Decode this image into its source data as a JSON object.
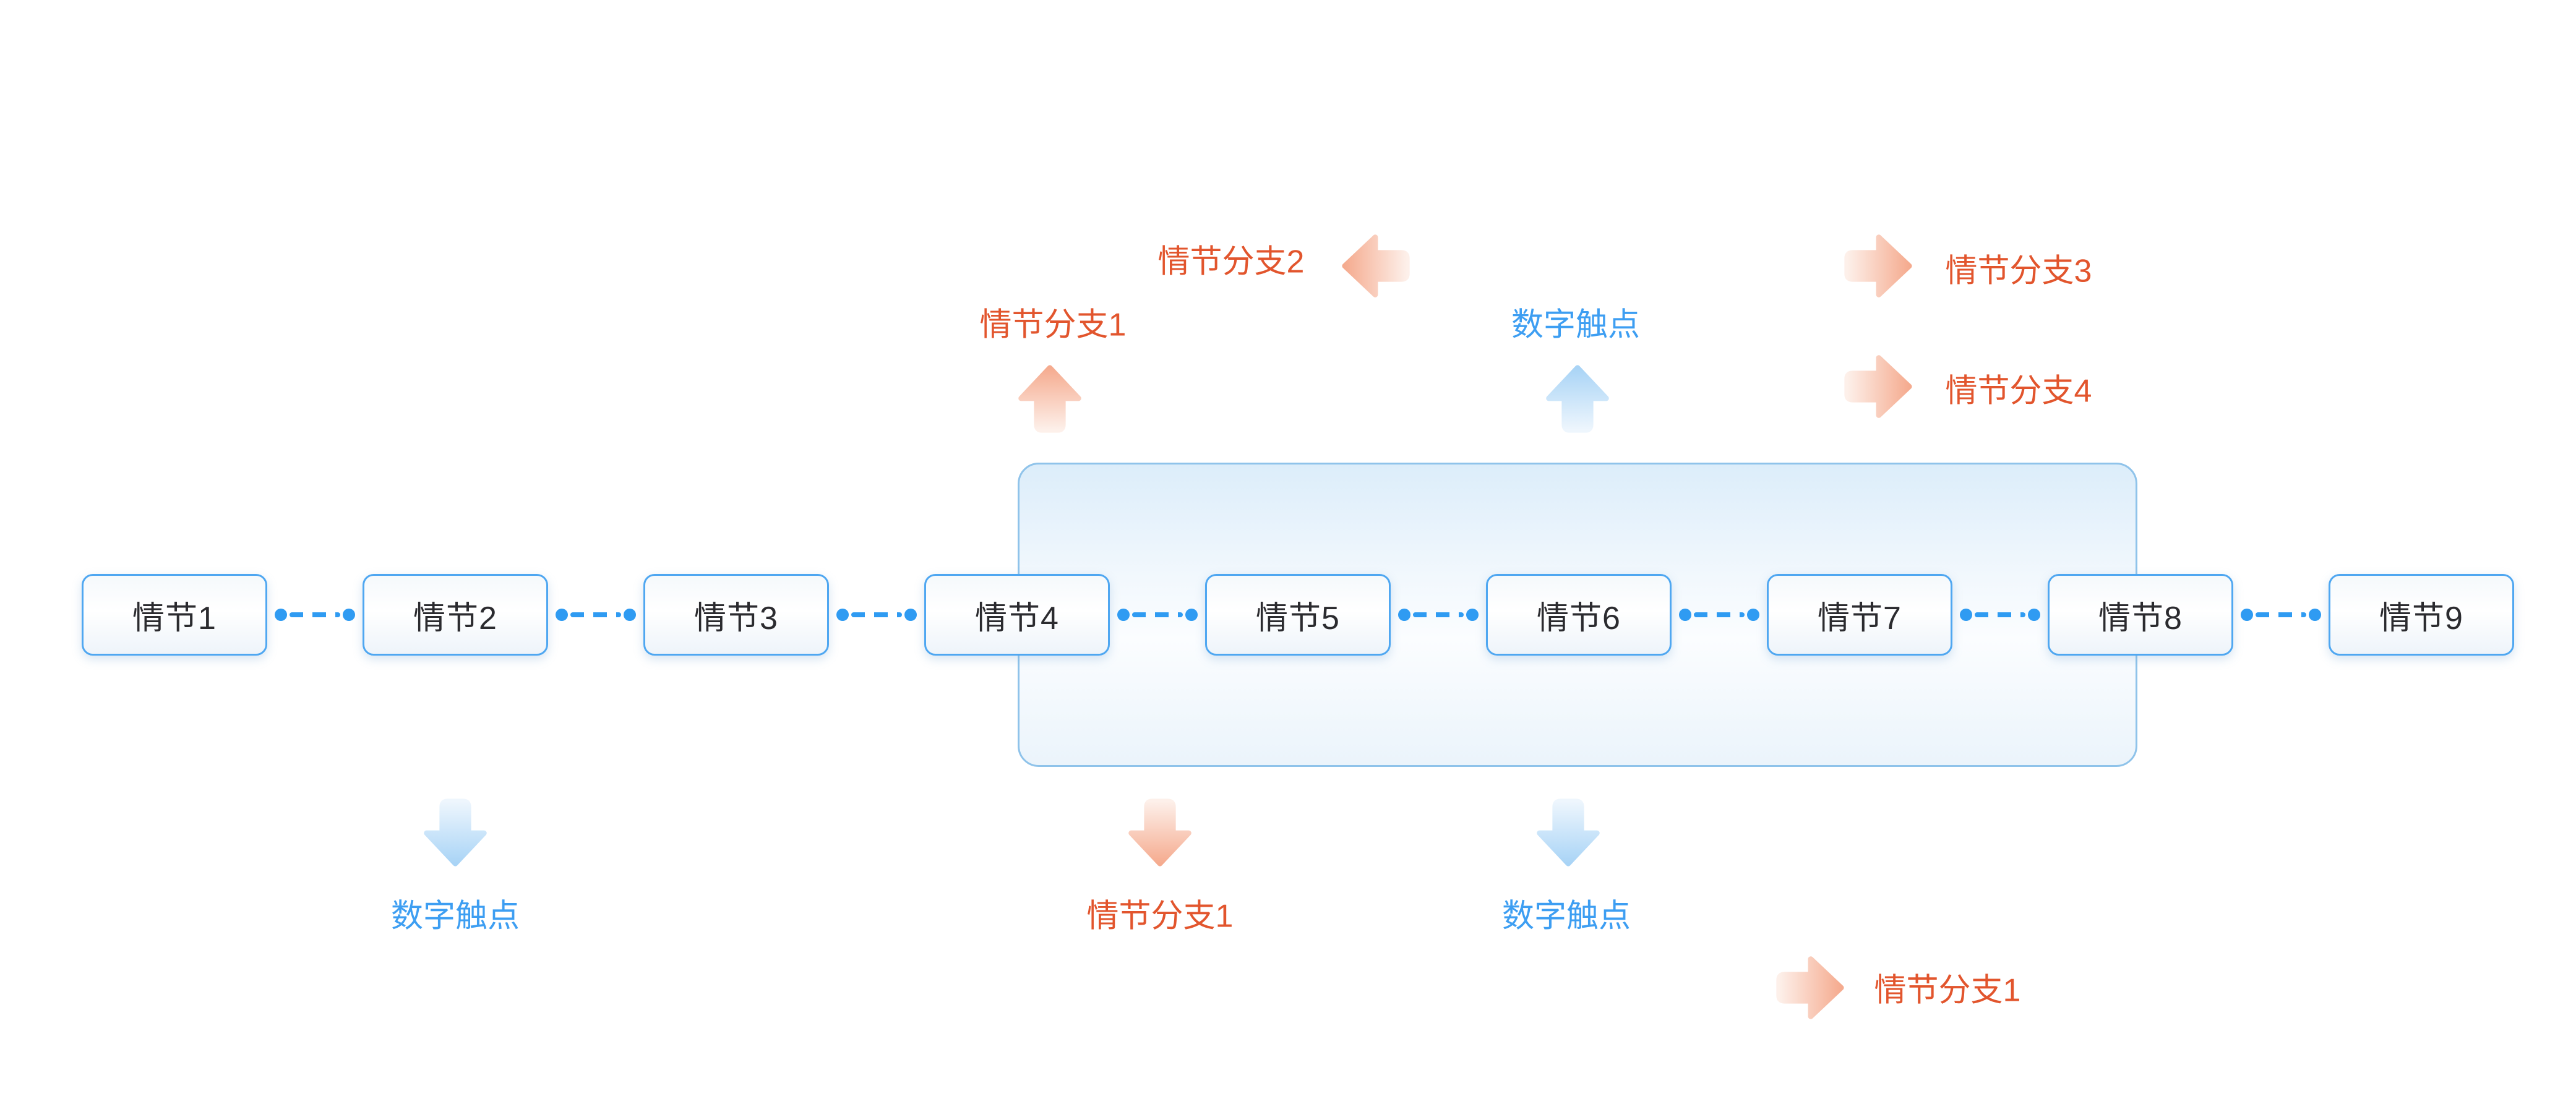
{
  "timeline": {
    "nodes": [
      {
        "label": "情节1"
      },
      {
        "label": "情节2"
      },
      {
        "label": "情节3"
      },
      {
        "label": "情节4"
      },
      {
        "label": "情节5"
      },
      {
        "label": "情节6"
      },
      {
        "label": "情节7"
      },
      {
        "label": "情节8"
      },
      {
        "label": "情节9"
      }
    ]
  },
  "annotations": {
    "top": [
      {
        "id": "branch2",
        "label": "情节分支2",
        "arrow_direction": "left",
        "color": "orange"
      },
      {
        "id": "branch1",
        "label": "情节分支1",
        "arrow_direction": "up",
        "color": "orange"
      },
      {
        "id": "digital_touchpoint",
        "label": "数字触点",
        "arrow_direction": "up",
        "color": "blue"
      },
      {
        "id": "branch3",
        "label": "情节分支3",
        "arrow_direction": "right",
        "color": "orange"
      },
      {
        "id": "branch4",
        "label": "情节分支4",
        "arrow_direction": "right",
        "color": "orange"
      }
    ],
    "bottom": [
      {
        "id": "digital_touchpoint_left",
        "label": "数字触点",
        "arrow_direction": "down",
        "color": "blue"
      },
      {
        "id": "branch1_center",
        "label": "情节分支1",
        "arrow_direction": "down",
        "color": "orange"
      },
      {
        "id": "digital_touchpoint_mid",
        "label": "数字触点",
        "arrow_direction": "down",
        "color": "blue"
      },
      {
        "id": "branch1_right",
        "label": "情节分支1",
        "arrow_direction": "right",
        "color": "orange"
      }
    ]
  },
  "colors": {
    "background": "#ffffff",
    "orange_label": "#e2552d",
    "blue_label": "#3d9ef2",
    "node_border": "#4fa7f1",
    "node_text": "#2b2b2f",
    "connector": "#2f9bf2",
    "container_border": "#8fc3ea",
    "container_fill_top": "#dcedfa",
    "container_fill_bottom": "#ebf4fb",
    "orange_arrow_tip": "#f5ab8f",
    "orange_arrow_tail": "#fdf0ea",
    "blue_arrow_tip": "#a9d4f6",
    "blue_arrow_tail": "#eef6fd"
  }
}
